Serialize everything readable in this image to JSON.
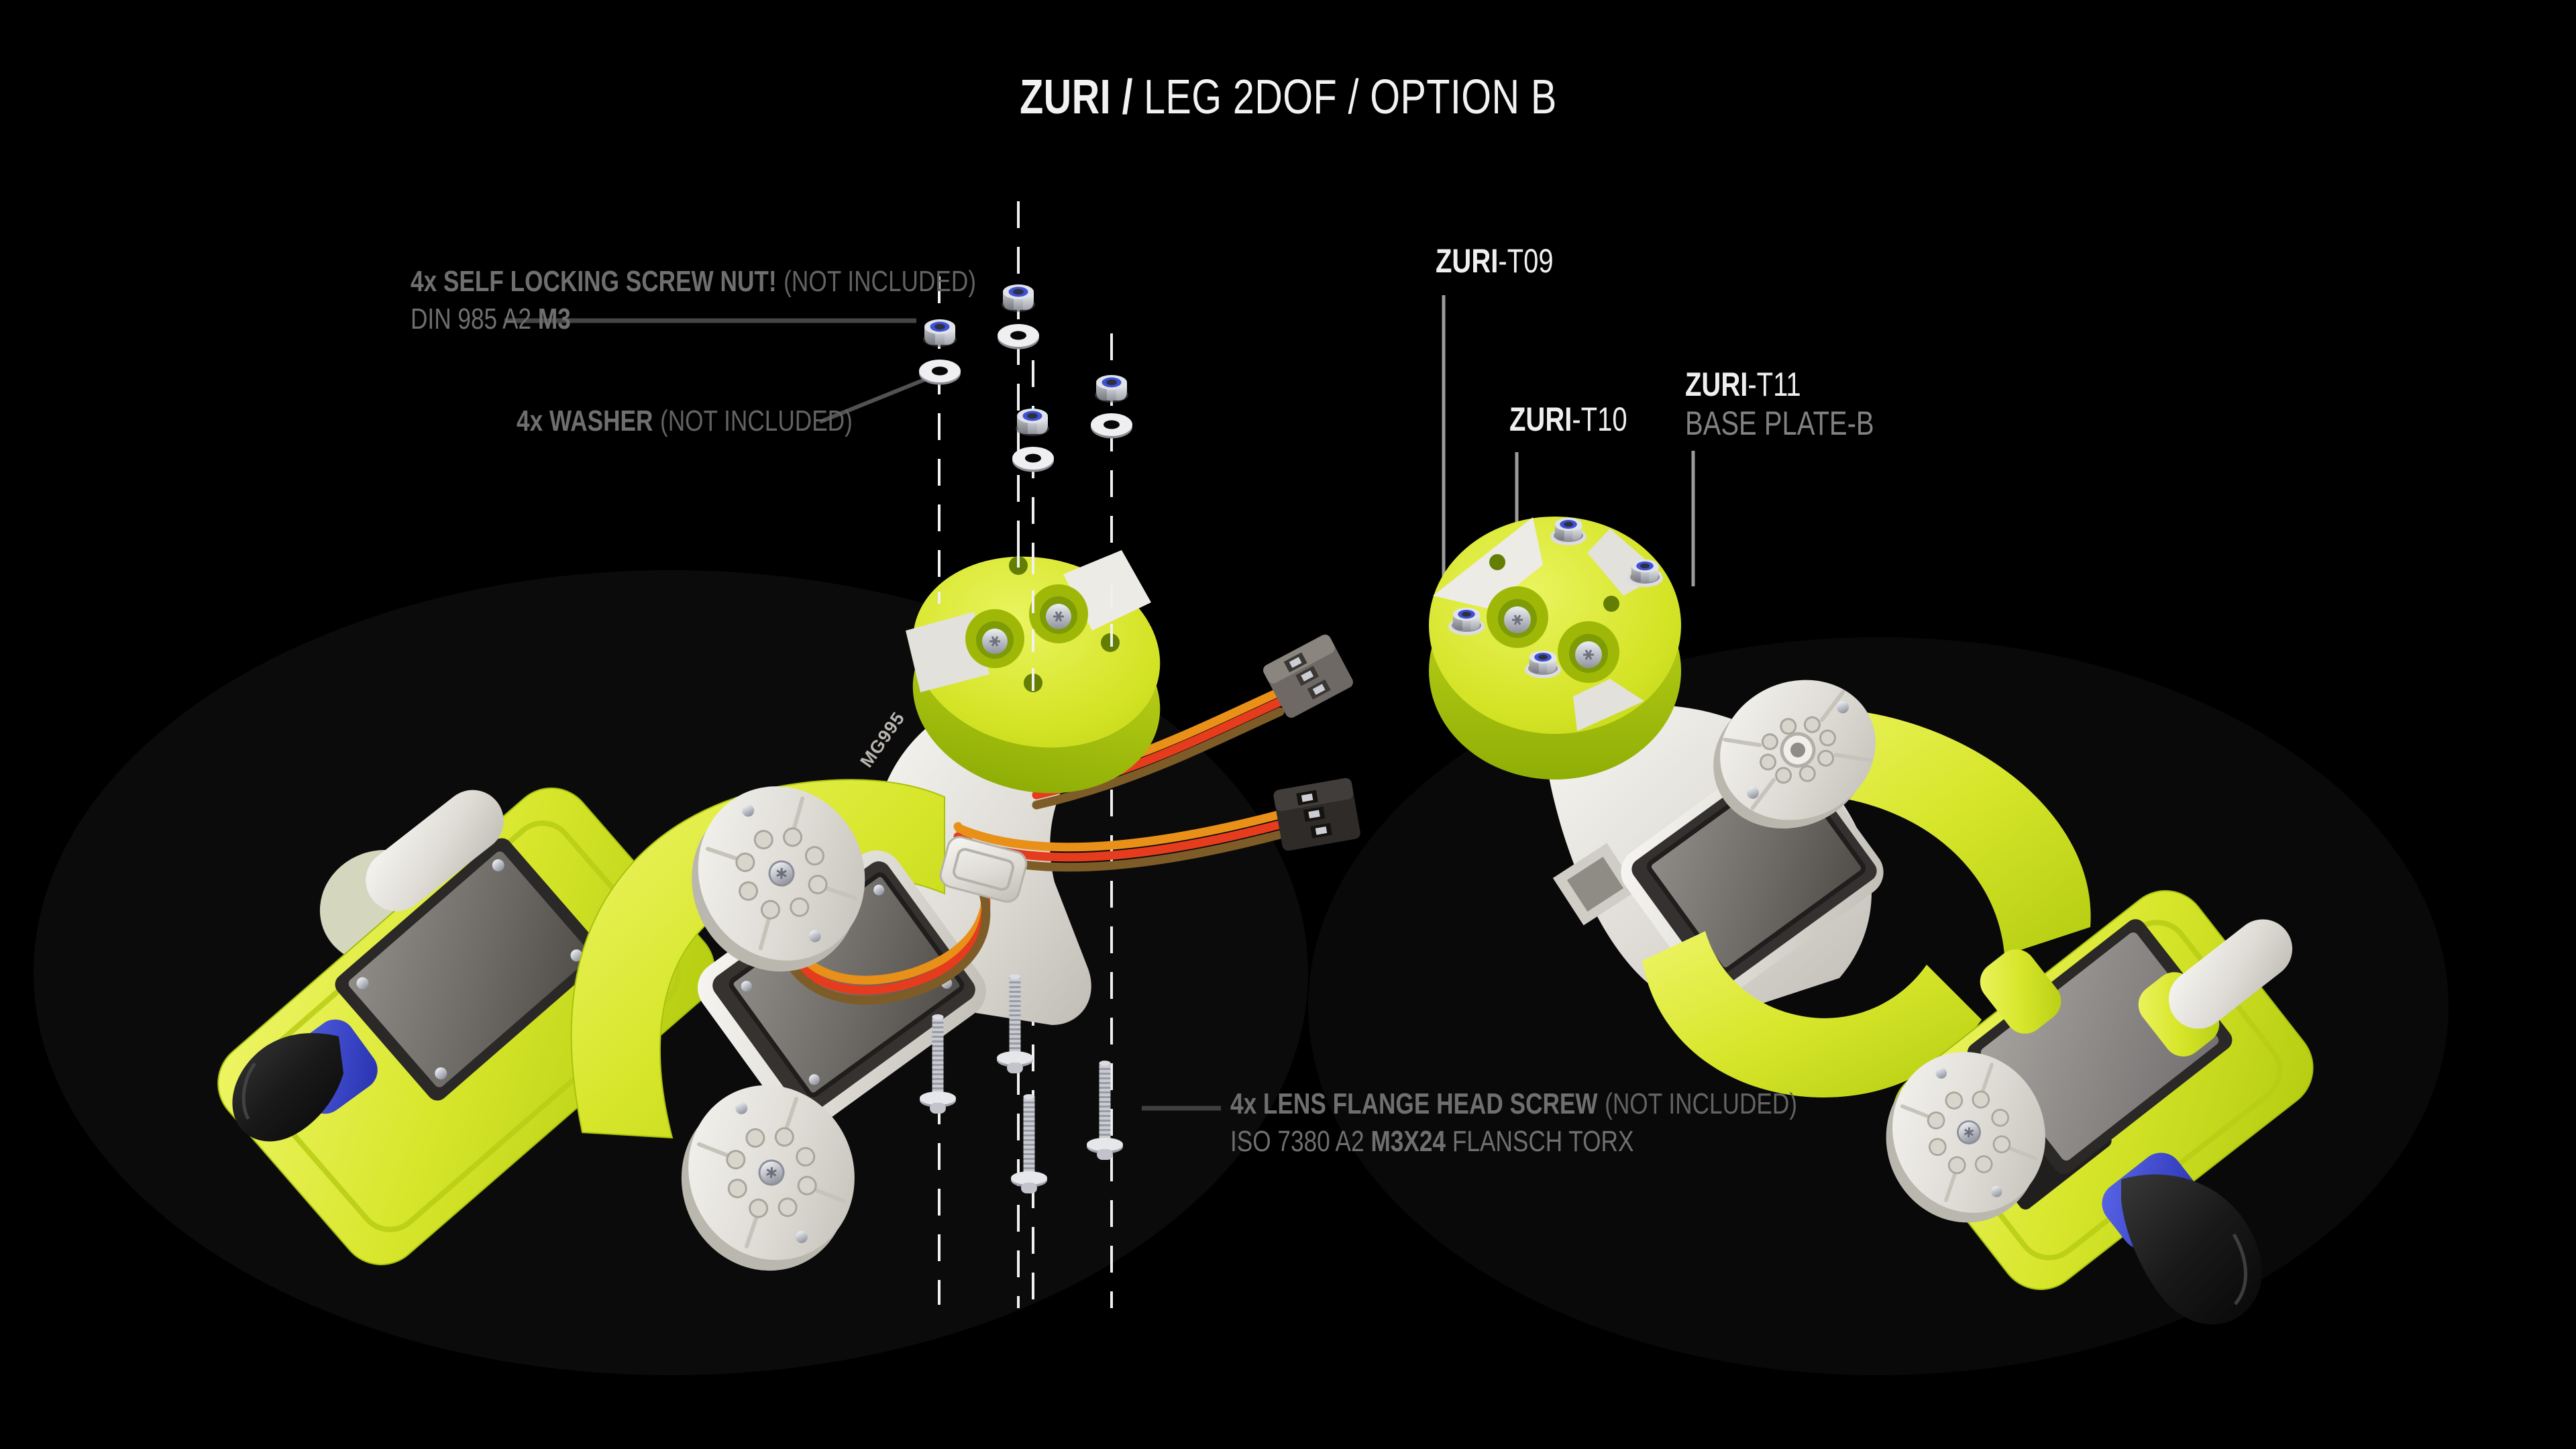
{
  "title": {
    "brand": "ZURI /",
    "rest": "LEG 2DOF / OPTION B"
  },
  "labels": {
    "lock_nut": {
      "qty": "4x SELF LOCKING SCREW NUT!",
      "note": "(NOT INCLUDED)",
      "spec_prefix": "DIN 985 A2",
      "spec_bold": "M3"
    },
    "washer": {
      "qty": "4x WASHER",
      "note": "(NOT INCLUDED)"
    },
    "screw": {
      "qty": "4x LENS FLANGE HEAD SCREW",
      "note": "(NOT INCLUDED)",
      "spec_prefix": "ISO 7380 A2",
      "spec_bold": "M3X24",
      "spec_suffix": "FLANSCH TORX"
    },
    "t09": {
      "brand": "ZURI",
      "id": "-T09"
    },
    "t10": {
      "brand": "ZURI",
      "id": "-T10"
    },
    "t11": {
      "brand": "ZURI",
      "id": "-T11",
      "name": "BASE PLATE-B"
    }
  },
  "parts": {
    "servo_label": "MG995"
  },
  "counts": {
    "nuts": 4,
    "washers": 4,
    "screws": 4
  },
  "colors": {
    "background": "#000000",
    "accent_yellow": "#d9e62b",
    "plastic_white": "#e6e4de",
    "servo_dark": "#353230",
    "foot_blue": "#3a48cc",
    "nut_insert_blue": "#3d52d8",
    "wire_orange": "#e89018",
    "wire_red": "#e63c1e",
    "wire_brown": "#7d5c28",
    "label_gray": "#6f6f6f",
    "label_white": "#efefef"
  }
}
